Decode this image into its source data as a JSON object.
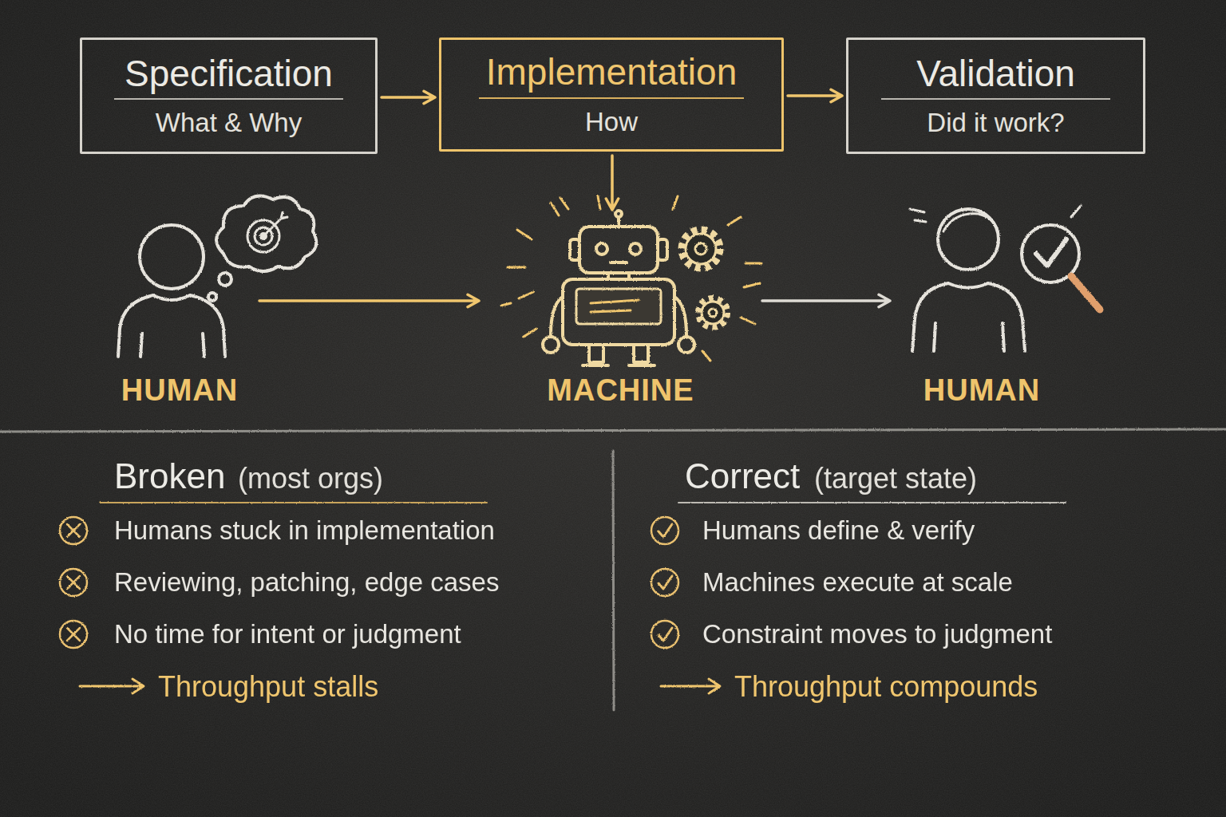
{
  "diagram": {
    "nodes": [
      {
        "text": [
          "Specification",
          "What & Why"
        ]
      },
      {
        "text": [
          "Implementation",
          "How"
        ]
      },
      {
        "text": [
          "Validation",
          "Did it work?"
        ]
      },
      {
        "text": [
          "HUMAN"
        ]
      },
      {
        "text": [
          "MACHINE"
        ]
      },
      {
        "text": [
          "HUMAN"
        ]
      }
    ],
    "edges": [
      {
        "from": 0,
        "to": 1,
        "arrow": "to"
      },
      {
        "from": 1,
        "to": 2,
        "arrow": "to"
      },
      {
        "from": 1,
        "to": 4,
        "arrow": "to"
      },
      {
        "from": 3,
        "to": 4,
        "arrow": "to"
      },
      {
        "from": 4,
        "to": 5,
        "arrow": "to"
      }
    ],
    "labels": [
      "Broken",
      "(most orgs)",
      "Humans stuck in implementation",
      "Reviewing, patching, edge cases",
      "No time for intent or judgment",
      "Throughput stalls",
      "Correct",
      "(target state)",
      "Humans define & verify",
      "Machines execute at scale",
      "Constraint moves to judgment",
      "Throughput compounds"
    ]
  }
}
